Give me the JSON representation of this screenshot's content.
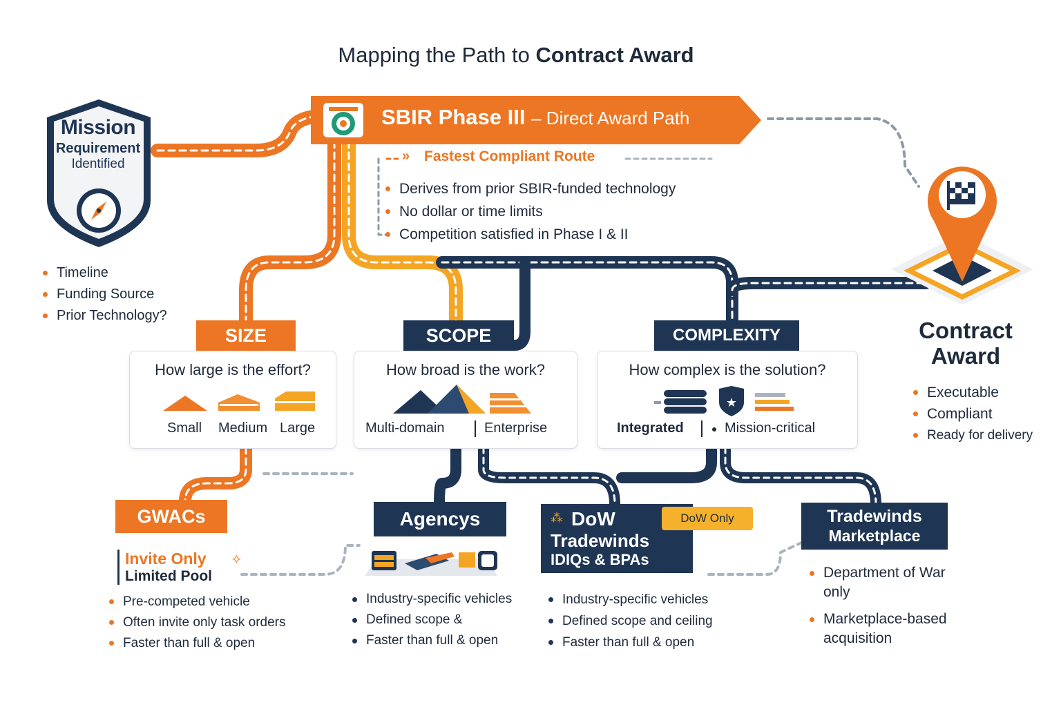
{
  "title": {
    "prefix": "Mapping the Path to",
    "bold": "Contract Award"
  },
  "mission": {
    "line1": "Mission",
    "line2": "Requirement",
    "line3": "Identified",
    "bullets": [
      "Timeline",
      "Funding Source",
      "Prior Technology?"
    ]
  },
  "sbir": {
    "title_bold": "SBIR Phase III",
    "title_rest": "– Direct Award Path",
    "subheading": "Fastest Compliant Route",
    "bullets": [
      "Derives from prior SBIR-funded technology",
      "No dollar or time limits",
      "Competition satisfied in Phase I & II"
    ]
  },
  "size": {
    "header": "SIZE",
    "question": "How large is the effort?",
    "options": [
      "Small",
      "Medium",
      "Large"
    ]
  },
  "scope": {
    "header": "SCOPE",
    "question": "How broad is the work?",
    "options": [
      "Multi-domain",
      "Enterprise"
    ]
  },
  "complexity": {
    "header": "COMPLEXITY",
    "question": "How complex is the solution?",
    "options": [
      "Integrated",
      "Mission-critical"
    ]
  },
  "award": {
    "line1": "Contract",
    "line2": "Award",
    "bullets": [
      "Executable",
      "Compliant",
      "Ready for delivery"
    ]
  },
  "gwacs": {
    "label": "GWACs",
    "invite_line1": "Invite Only",
    "invite_line2": "Limited Pool",
    "bullets": [
      "Pre-competed vehicle",
      "Often invite only task orders",
      "Faster than full & open"
    ]
  },
  "agencys": {
    "label": "Agencys",
    "bullets": [
      "Industry-specific vehicles",
      "Defined scope &",
      "Faster than full & open"
    ]
  },
  "dow": {
    "line1": "DoW",
    "line2": "Tradewinds",
    "line3": "IDIQs & BPAs",
    "badge": "DoW Only",
    "bullets": [
      "Industry-specific vehicles",
      "Defined scope and ceiling",
      "Faster than full & open"
    ]
  },
  "tradewinds": {
    "line1": "Tradewinds",
    "line2": "Marketplace",
    "bullets": [
      "Department of War only",
      "Marketplace-based acquisition"
    ]
  },
  "colors": {
    "orange": "#ec7623",
    "light_orange": "#f5a524",
    "navy": "#1f3554"
  },
  "icons": [
    "compass-icon",
    "target-icon",
    "checkered-flag-icon",
    "map-pin-icon",
    "shield-star-icon",
    "server-stack-icon"
  ]
}
